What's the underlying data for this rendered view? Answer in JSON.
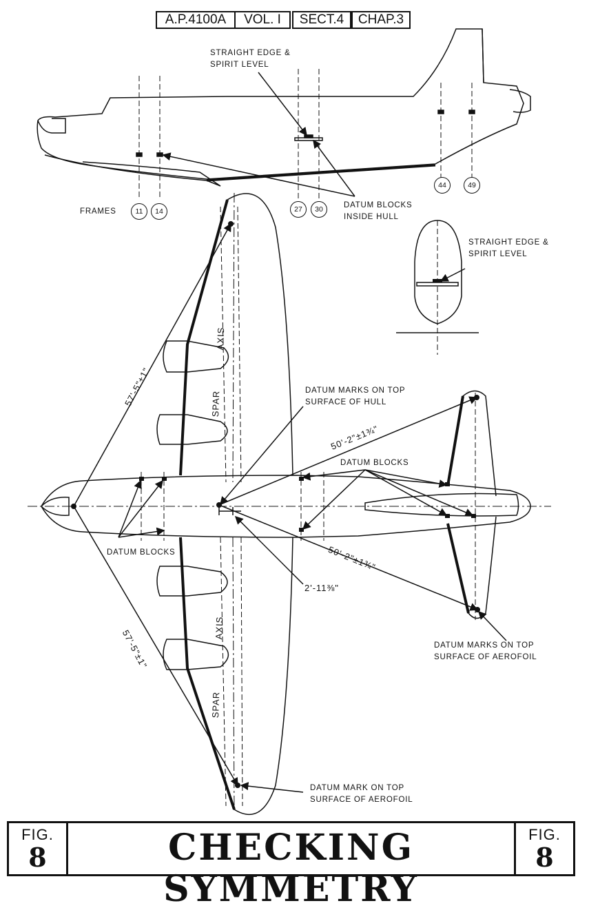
{
  "header": {
    "publication": "A.P.4100A",
    "volume": "VOL. I",
    "section": "SECT.4",
    "chapter": "CHAP.3"
  },
  "side_view": {
    "frames_label": "FRAMES",
    "frames_left": [
      "11",
      "14"
    ],
    "frames_mid": [
      "27",
      "30"
    ],
    "frames_right": [
      "44",
      "49"
    ],
    "straight_edge_label": [
      "STRAIGHT EDGE &",
      "SPIRIT LEVEL"
    ],
    "datum_blocks_label": [
      "DATUM BLOCKS",
      "INSIDE HULL"
    ]
  },
  "section_view": {
    "straight_edge_label": [
      "STRAIGHT EDGE &",
      "SPIRIT LEVEL"
    ]
  },
  "plan_view": {
    "hull_marks_label": [
      "DATUM MARKS ON TOP",
      "SURFACE OF HULL"
    ],
    "datum_blocks_right": "DATUM BLOCKS",
    "datum_blocks_left": "DATUM BLOCKS",
    "aerofoil_marks_label": [
      "DATUM MARKS ON TOP",
      "SURFACE OF AEROFOIL"
    ],
    "aerofoil_mark_label": [
      "DATUM MARK ON TOP",
      "SURFACE OF AEROFOIL"
    ],
    "spar_label": "SPAR",
    "axis_label": "AXIS",
    "dim_wing_upper": "57'-5\"±1\"",
    "dim_wing_lower": "57'-5\"±1\"",
    "dim_tail_upper": "50'-2\"±1¾\"",
    "dim_tail_lower": "50'-2\"±1¾\"",
    "dim_offset": "2'-11⅜\""
  },
  "footer": {
    "fig_word": "FIG.",
    "fig_number": "8",
    "title": "CHECKING SYMMETRY"
  }
}
